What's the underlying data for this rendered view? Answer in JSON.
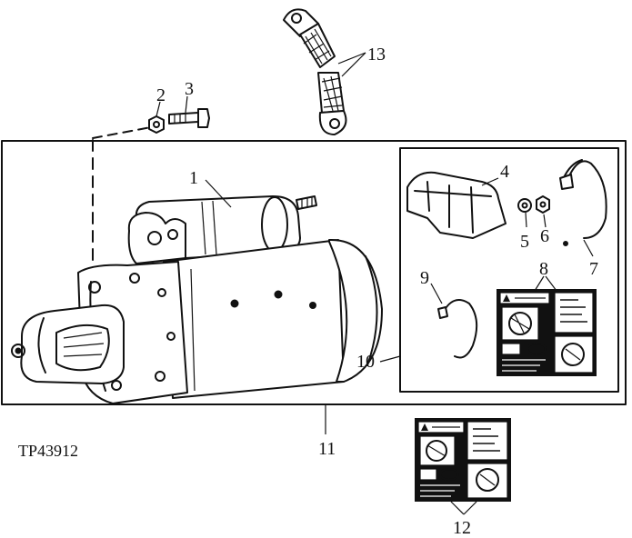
{
  "figure_ref": "TP43912",
  "callouts": {
    "c1": "1",
    "c2": "2",
    "c3": "3",
    "c4": "4",
    "c5": "5",
    "c6": "6",
    "c7": "7",
    "c8": "8",
    "c9": "9",
    "c10": "10",
    "c11": "11",
    "c12": "12",
    "c13": "13"
  }
}
